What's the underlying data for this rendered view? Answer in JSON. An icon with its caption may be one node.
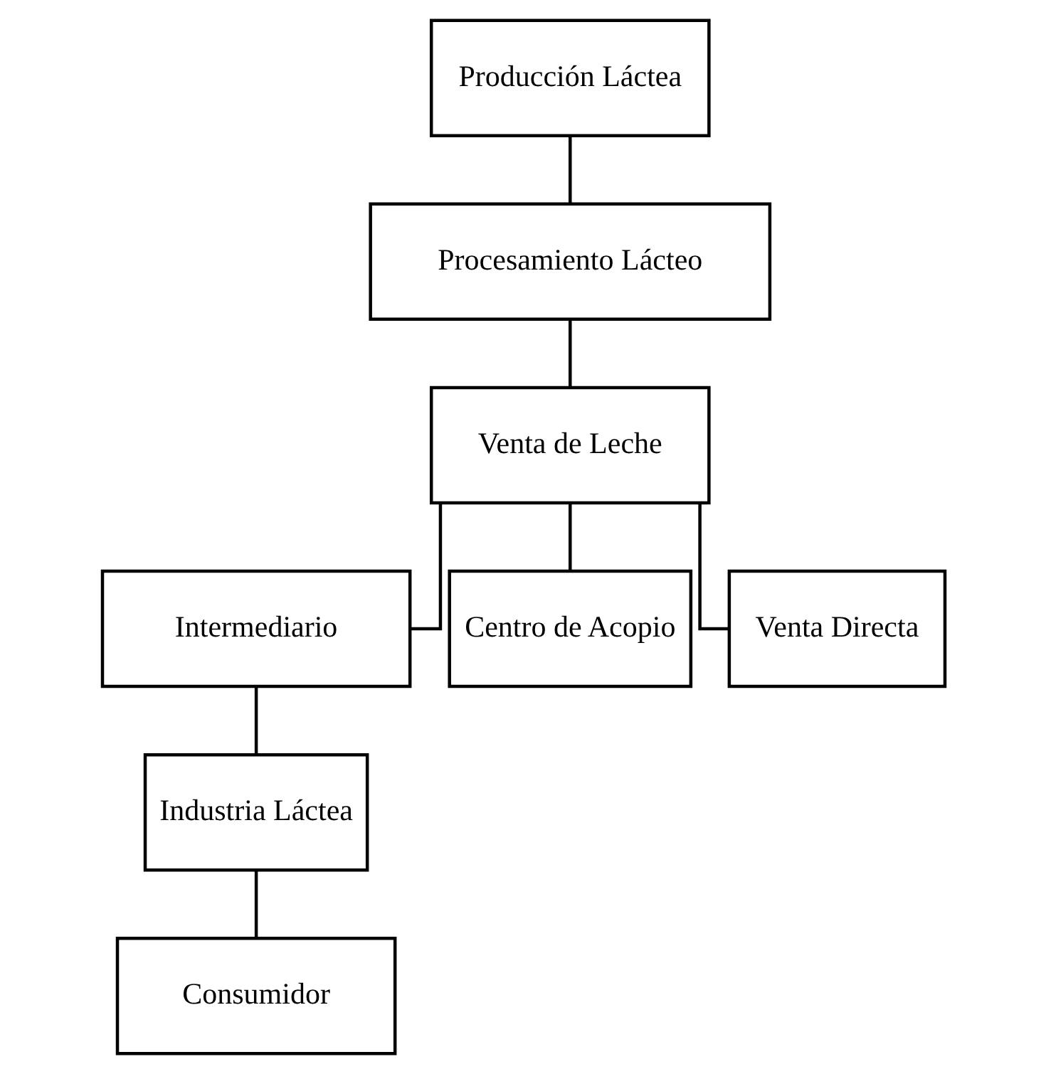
{
  "diagram": {
    "nodes": [
      {
        "text": [
          "Producción Láctea"
        ]
      },
      {
        "text": [
          "Procesamiento Lácteo"
        ]
      },
      {
        "text": [
          "Venta de Leche"
        ]
      },
      {
        "text": [
          "Intermediario"
        ]
      },
      {
        "text": [
          "Centro de Acopio"
        ]
      },
      {
        "text": [
          "Venta Directa"
        ]
      },
      {
        "text": [
          "Industria Láctea"
        ]
      },
      {
        "text": [
          "Consumidor"
        ]
      }
    ],
    "edges": [
      {
        "from": 0,
        "to": 1,
        "arrow": "none"
      },
      {
        "from": 1,
        "to": 2,
        "arrow": "none"
      },
      {
        "from": 2,
        "to": 3,
        "arrow": "none"
      },
      {
        "from": 2,
        "to": 4,
        "arrow": "none"
      },
      {
        "from": 2,
        "to": 5,
        "arrow": "none"
      },
      {
        "from": 3,
        "to": 6,
        "arrow": "none"
      },
      {
        "from": 6,
        "to": 7,
        "arrow": "none"
      }
    ]
  }
}
